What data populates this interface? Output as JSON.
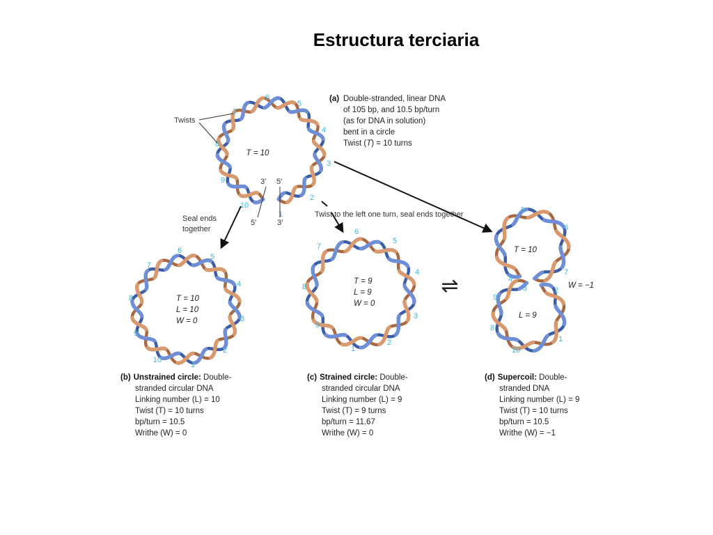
{
  "title": "Estructura terciaria",
  "colors": {
    "strand_blue": "#6f8fd6",
    "strand_blue_dark": "#3d5fa8",
    "strand_orange": "#d89a6e",
    "strand_orange_dark": "#a86a43",
    "turn_numbers": "#39b7dc",
    "arrow": "#111111"
  },
  "panel_a": {
    "caption": {
      "letter": "(a)",
      "lines": [
        "Double-stranded, linear DNA",
        "of 105 bp, and 10.5 bp/turn",
        "(as for DNA in solution)",
        "bent in a circle"
      ],
      "twist_line": [
        "Twist (",
        "T",
        ") = 10 turns"
      ]
    },
    "twists_label": "Twists",
    "inner": "T = 10",
    "end_labels": [
      "3′",
      "5′",
      "5′",
      "3′"
    ],
    "turn_numbers": [
      "1",
      "2",
      "3",
      "4",
      "5",
      "6",
      "7",
      "8",
      "9",
      "10"
    ]
  },
  "arrows": {
    "seal_label_1": "Seal ends",
    "seal_label_2": "together",
    "twist_label": "Twist to the left one turn, seal ends together"
  },
  "panel_b": {
    "inner": [
      "T = 10",
      "L = 10",
      "W = 0"
    ],
    "turn_numbers": [
      "1",
      "2",
      "3",
      "4",
      "5",
      "6",
      "7",
      "8",
      "9",
      "10"
    ],
    "caption": {
      "letter": "(b)",
      "bold": "Unstrained circle:",
      "rest": " Double-",
      "lines": [
        "stranded circular DNA",
        "Linking number (L) = 10",
        "Twist (T) = 10 turns",
        "bp/turn = 10.5",
        "Writhe (W) = 0"
      ]
    }
  },
  "panel_c": {
    "inner": [
      "T = 9",
      "L = 9",
      "W = 0"
    ],
    "turn_numbers": [
      "1",
      "2",
      "3",
      "4",
      "5",
      "6",
      "7",
      "8",
      "9"
    ],
    "caption": {
      "letter": "(c)",
      "bold": "Strained circle:",
      "rest": " Double-",
      "lines": [
        "stranded circular DNA",
        "Linking number (L) = 9",
        "Twist (T) = 9 turns",
        "bp/turn = 11.67",
        "Writhe (W) = 0"
      ]
    }
  },
  "equilibrium_symbol": "⇌",
  "panel_d": {
    "inner_top": "T = 10",
    "inner_bottom": "L = 9",
    "writhe": "W = −1",
    "turn_numbers": [
      "1",
      "2",
      "3",
      "4",
      "5",
      "6",
      "7",
      "8",
      "9",
      "10"
    ],
    "caption": {
      "letter": "(d)",
      "bold": "Supercoil:",
      "rest": " Double-",
      "lines": [
        "stranded DNA",
        "Linking number (L) = 9",
        "Twist (T) = 10 turns",
        "bp/turn = 10.5",
        "Writhe (W) = −1"
      ]
    }
  }
}
